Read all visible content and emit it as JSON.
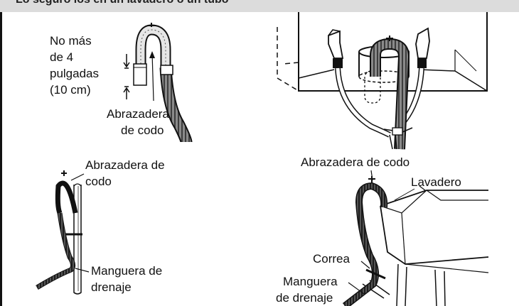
{
  "header": {
    "text": "Lo seguro los en un lavadero o un tubo"
  },
  "panels": {
    "top_left": {
      "height_note": [
        "No más",
        "de 4",
        "pulgadas",
        "(10 cm)"
      ],
      "clamp_label": [
        "Abrazadera",
        "de codo"
      ]
    },
    "bottom_left": {
      "clamp_label": [
        "Abrazadera de",
        "codo"
      ],
      "hose_label": [
        "Manguera de",
        "drenaje"
      ]
    },
    "bottom_right": {
      "clamp_label": "Abrazadera de codo",
      "tub_label": "Lavadero",
      "strap_label": "Correa",
      "hose_label": [
        "Manguera",
        "de drenaje"
      ]
    }
  }
}
